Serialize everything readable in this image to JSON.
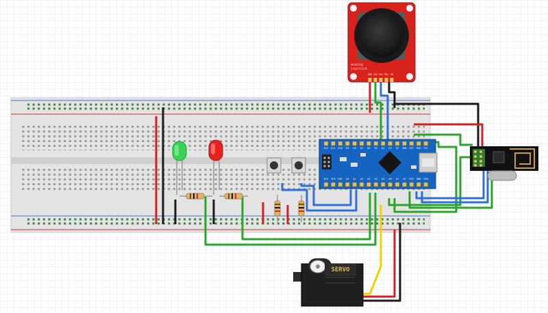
{
  "servo": {
    "label": "SERVO"
  },
  "joystick": {
    "pin_labels": [
      "GND",
      "+5V",
      "VRx",
      "VRy",
      "SW"
    ]
  },
  "arduino": {
    "top_pins": [
      "D12",
      "D11",
      "D10",
      "D9",
      "D8",
      "D7",
      "D6",
      "D5",
      "D4",
      "D3",
      "D2",
      "GND",
      "RST",
      "RX0",
      "TX1"
    ],
    "bottom_pins": [
      "D13",
      "3V3",
      "REF",
      "A0",
      "A1",
      "A2",
      "A3",
      "A4",
      "A5",
      "A6",
      "A7",
      "5V",
      "RST",
      "GND",
      "VIN"
    ]
  },
  "leds": [
    {
      "color_name": "green",
      "color": "#39d353"
    },
    {
      "color_name": "red",
      "color": "#e8231f"
    }
  ],
  "colors": {
    "wire_red": "#d21f1f",
    "wire_black": "#1a1a1a",
    "wire_blue": "#2f6fd6",
    "wire_green": "#2aa52a",
    "wire_yellow": "#f0d000",
    "arduino_board": "#1565c0",
    "joystick_board": "#d8221c",
    "grid": "#d9dce8"
  }
}
